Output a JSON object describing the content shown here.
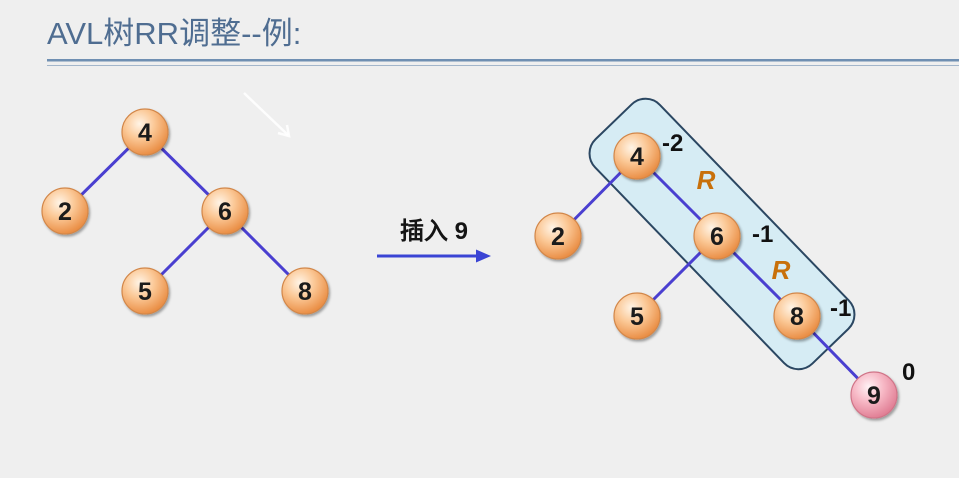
{
  "title": "AVL树RR调整--例:",
  "colors": {
    "title": "#4f6d91",
    "edge": "#4a3fd0",
    "arrow": "#3a44d4",
    "rotation": "#c8700a",
    "highlight_fill": "#d6ecf4",
    "highlight_border": "#2b4762",
    "node_fill": "#f5b27a",
    "inserted_node_fill": "#f0a0b0"
  },
  "before_tree": {
    "nodes": [
      "4",
      "2",
      "6",
      "5",
      "8"
    ]
  },
  "operation": {
    "label": "插入 9"
  },
  "after_tree": {
    "nodes": [
      {
        "value": "4",
        "balance": "-2"
      },
      {
        "value": "2"
      },
      {
        "value": "6",
        "balance": "-1"
      },
      {
        "value": "5"
      },
      {
        "value": "8",
        "balance": "-1"
      },
      {
        "value": "9",
        "balance": "0",
        "inserted": true
      }
    ],
    "rotation_labels": [
      "R",
      "R"
    ]
  }
}
